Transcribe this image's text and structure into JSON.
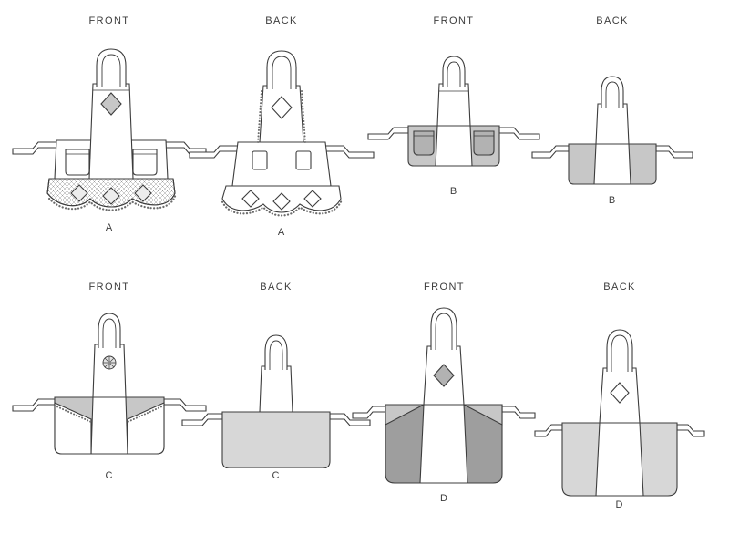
{
  "palette": {
    "line": "#3d3d3d",
    "gray_100": "#ededed",
    "gray_200": "#d7d7d7",
    "gray_300": "#c7c7c7",
    "gray_400": "#b2b2b2",
    "gray_500": "#9e9e9e"
  },
  "views": [
    {
      "id": "a-front",
      "side": "FRONT",
      "letter": "A"
    },
    {
      "id": "a-back",
      "side": "BACK",
      "letter": "A"
    },
    {
      "id": "b-front",
      "side": "FRONT",
      "letter": "B"
    },
    {
      "id": "b-back",
      "side": "BACK",
      "letter": "B"
    },
    {
      "id": "c-front",
      "side": "FRONT",
      "letter": "C"
    },
    {
      "id": "c-back",
      "side": "BACK",
      "letter": "C"
    },
    {
      "id": "d-front",
      "side": "FRONT",
      "letter": "D"
    },
    {
      "id": "d-back",
      "side": "BACK",
      "letter": "D"
    }
  ]
}
